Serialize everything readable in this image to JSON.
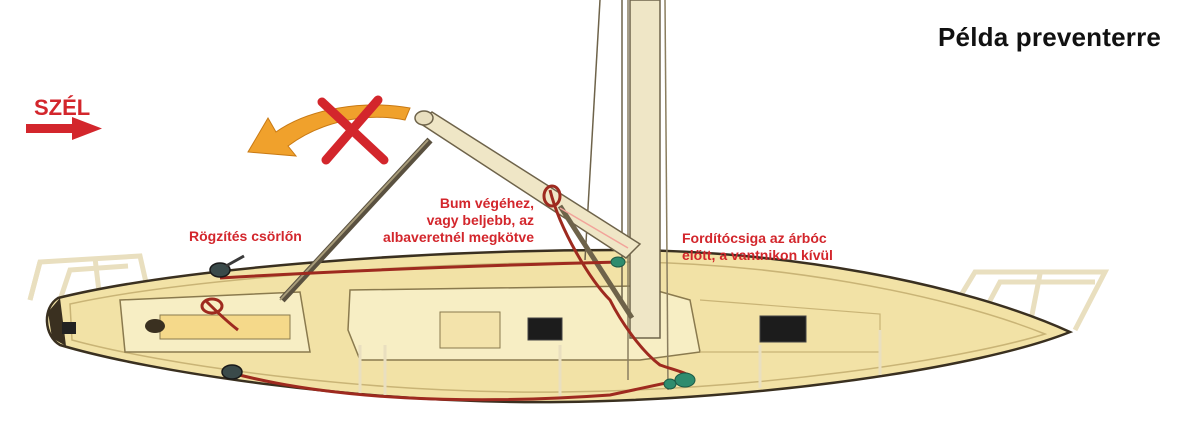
{
  "title": "Példa preventerre",
  "wind_label": "SZÉL",
  "labels": {
    "winch": "Rögzítés csörlőn",
    "boom_end": [
      "Bum végéhez,",
      "vagy beljebb, az",
      "albaveretnél megkötve"
    ],
    "turning_block": [
      "Fordítócsiga az árbóc",
      "előtt, a vantnikon kívül"
    ]
  },
  "icons": {
    "wind_arrow": "arrow-right-icon",
    "forbidden_swing": "x-mark-icon",
    "swing_arrow": "curved-arrow-left-icon"
  },
  "colors": {
    "label_red": "#d3262c",
    "deck": "#f2e2a6",
    "hull_outline": "#3a3020",
    "line_red": "#9e2a1f",
    "swing_orange": "#f0a12c",
    "block_green": "#2e8c6e"
  }
}
